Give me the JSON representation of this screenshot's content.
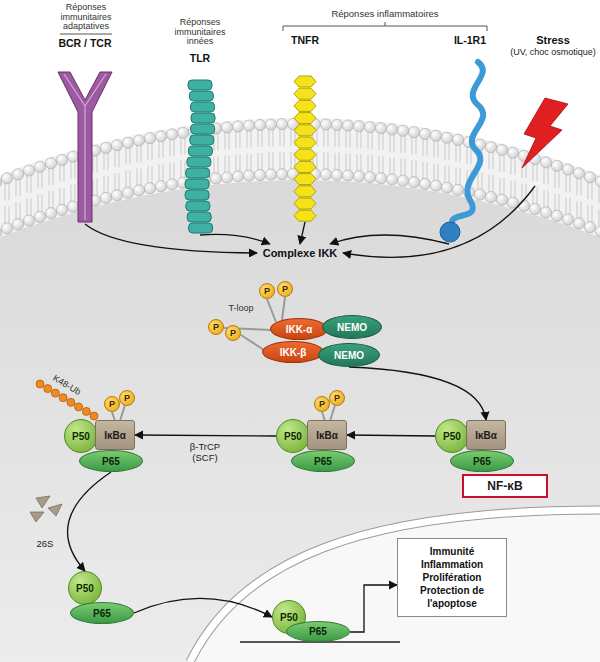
{
  "diagram": {
    "nodes": [
      {
        "text": [
          "BCR / TCR"
        ]
      },
      {
        "text": [
          "TLR"
        ]
      },
      {
        "text": [
          "TNFR"
        ]
      },
      {
        "text": [
          "IL-1R1"
        ]
      },
      {
        "text": [
          "Stress",
          "(UV, choc osmotique)"
        ]
      },
      {
        "text": [
          "Complexe IKK"
        ]
      },
      {
        "text": [
          "P"
        ]
      },
      {
        "text": [
          "P"
        ]
      },
      {
        "text": [
          "P"
        ]
      },
      {
        "text": [
          "P"
        ]
      },
      {
        "text": [
          "IKK-α"
        ]
      },
      {
        "text": [
          "NEMO"
        ]
      },
      {
        "text": [
          "IKK-β"
        ]
      },
      {
        "text": [
          "NEMO"
        ]
      },
      {
        "text": [
          "P"
        ]
      },
      {
        "text": [
          "P"
        ]
      },
      {
        "text": [
          "P"
        ]
      },
      {
        "text": [
          "P"
        ]
      },
      {
        "text": [
          "P50"
        ]
      },
      {
        "text": [
          "IκBα"
        ]
      },
      {
        "text": [
          "P65"
        ]
      },
      {
        "text": [
          "P50"
        ]
      },
      {
        "text": [
          "IκBα"
        ]
      },
      {
        "text": [
          "P65"
        ]
      },
      {
        "text": [
          "P50"
        ]
      },
      {
        "text": [
          "IκBα"
        ]
      },
      {
        "text": [
          "P65"
        ]
      },
      {
        "text": [
          "NF-κB"
        ]
      },
      {
        "text": [
          "P50"
        ]
      },
      {
        "text": [
          "P65"
        ]
      },
      {
        "text": [
          "P50"
        ]
      },
      {
        "text": [
          "P65"
        ]
      },
      {
        "text": [
          "Immunité",
          "Inflammation",
          "Prolifération",
          "Protection de l'apoptose"
        ]
      }
    ],
    "edges": [
      {
        "from": 0,
        "to": 5,
        "arrow": "to"
      },
      {
        "from": 1,
        "to": 5,
        "arrow": "to"
      },
      {
        "from": 2,
        "to": 5,
        "arrow": "to"
      },
      {
        "from": 3,
        "to": 5,
        "arrow": "to"
      },
      {
        "from": 4,
        "to": 5,
        "arrow": "to"
      },
      {
        "from": 13,
        "to": 25,
        "arrow": "to"
      },
      {
        "from": 24,
        "to": 22,
        "arrow": "to"
      },
      {
        "from": 21,
        "to": 19,
        "label": "β-TrCP (SCF)",
        "arrow": "to"
      },
      {
        "from": 20,
        "to": 28,
        "label": "26S",
        "arrow": "to"
      },
      {
        "from": 29,
        "to": 30,
        "arrow": "to"
      },
      {
        "from": 31,
        "to": 32,
        "arrow": "to"
      }
    ],
    "labels": [
      "Réponses immunitaires adaptatives",
      "Réponses immunitaires innées",
      "Réponses inflammatoires",
      "T-loop",
      "K48-Ub"
    ]
  }
}
